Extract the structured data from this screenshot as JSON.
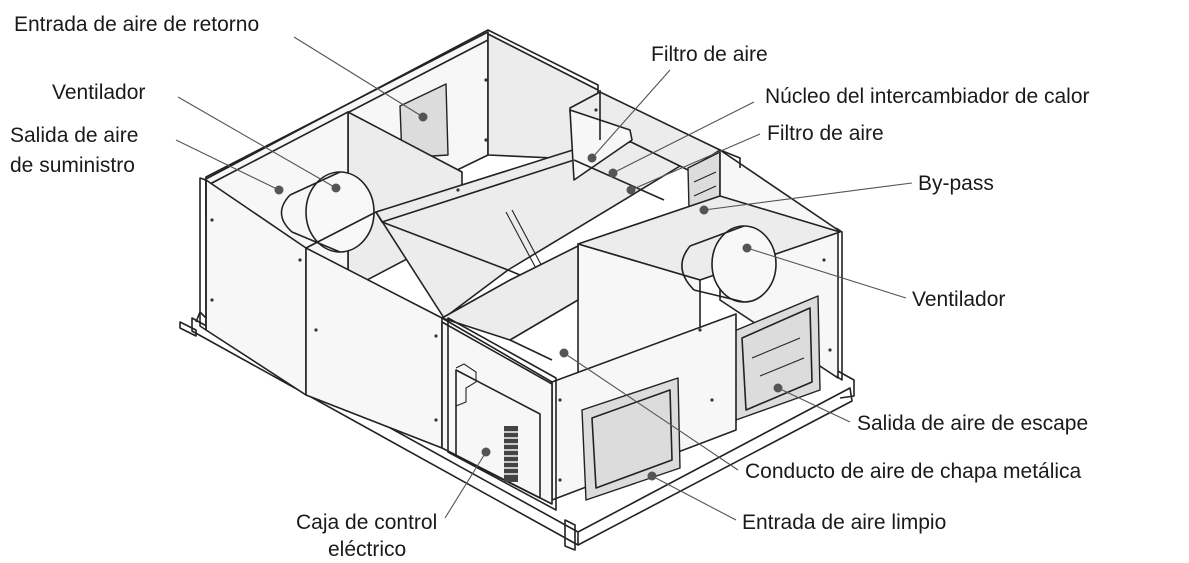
{
  "labels": {
    "return_air_inlet": "Entrada de aire de retorno",
    "fan_left": "Ventilador",
    "supply_outlet_line1": "Salida de aire",
    "supply_outlet_line2": "de suministro",
    "filter_top": "Filtro de aire",
    "heat_exchanger_core": "Núcleo del intercambiador de calor",
    "filter_mid": "Filtro de aire",
    "bypass": "By-pass",
    "fan_right": "Ventilador",
    "exhaust_outlet": "Salida de aire de escape",
    "sheet_metal_duct": "Conducto de aire de chapa metálica",
    "fresh_air_inlet": "Entrada de aire limpio",
    "control_box_line1": "Caja de control",
    "control_box_line2": "eléctrico"
  }
}
